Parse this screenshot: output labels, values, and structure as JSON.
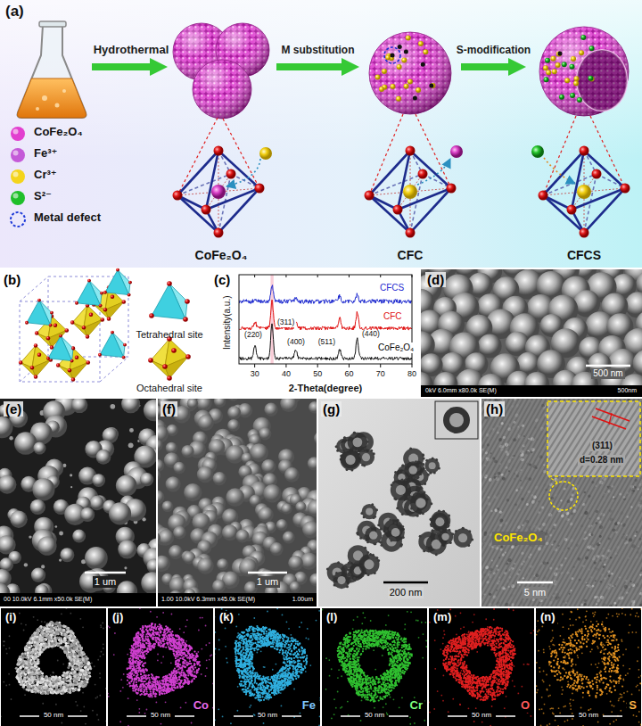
{
  "diagram": {
    "nodes": [
      {
        "text": [
          "(a)"
        ]
      },
      {
        "text": [
          "CoFe₂O₄"
        ],
        "in": 0
      },
      {
        "text": [
          "CFC"
        ],
        "in": 0
      },
      {
        "text": [
          "CFCS"
        ],
        "in": 0
      }
    ],
    "edges": [
      {
        "from": 1,
        "to": 2,
        "arrow": "to",
        "label": "M substitution"
      },
      {
        "from": 2,
        "to": 3,
        "arrow": "to",
        "label": "S-modification"
      }
    ],
    "labels": [
      "Hydrothermal",
      "(b)",
      "Tetrahedral site",
      "Octahedral site",
      "(c)",
      "Intensity(a.u.)",
      "2-Theta(degree)",
      "30",
      "40",
      "50",
      "60",
      "70",
      "80",
      "CFCS",
      "CFC",
      "CoFe₂O₄",
      "(220)",
      "(311)",
      "(400)",
      "(511)",
      "(440)",
      "(d)",
      "500 nm",
      "0kV 6.0mm x80.0k SE(M)",
      "500nm",
      "(e)",
      "1 um",
      "00 10.0kV 6.1mm x50.0k SE(M)",
      "(f)",
      "1 um",
      "1.00 10.0kV 6.3mm x45.0k SE(M)",
      "1.00um",
      "(g)",
      "200 nm",
      "(h)",
      "(311)",
      "d=0.28 nm",
      "CoFe₂O₄",
      "5 nm",
      "(i)",
      "50 nm",
      "(j)",
      "Co",
      "50 nm",
      "(k)",
      "Fe",
      "50 nm",
      "(l)",
      "Cr",
      "50 nm",
      "(m)",
      "O",
      "50 nm",
      "(n)",
      "S",
      "50 nm"
    ],
    "legend": [
      {
        "text": "CoFe₂O₄",
        "color": "#e23fcf"
      },
      {
        "text": "Fe³⁺",
        "color": "#c45ad8"
      },
      {
        "text": "Cr³⁺",
        "color": "#f4d41c"
      },
      {
        "text": "S²⁻",
        "color": "#1fbf2a"
      },
      {
        "text": "Metal defect"
      }
    ]
  }
}
